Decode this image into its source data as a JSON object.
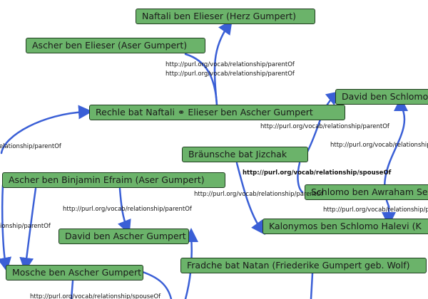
{
  "nodes": {
    "naftali": "Naftali ben Elieser (Herz Gumpert)",
    "ascher_elieser": "Ascher ben Elieser (Aser Gumpert)",
    "david_schlomo": "David ben Schlomo",
    "rechle": "Rechle bat Naftali ⚭ Elieser ben Ascher Gumpert",
    "braeunsche": "Bräunsche bat Jizchak",
    "ascher_binjamin": "Ascher ben Binjamin Efraim (Aser Gumpert)",
    "schlomo_awraham": "Schlomo ben Awraham SeG",
    "kalonymos": "Kalonymos ben Schlomo Halevi (K",
    "david_ascher": "David ben Ascher Gumpert",
    "fradche": "Fradche bat Natan (Friederike Gumpert geb. Wolf)",
    "mosche": "Mosche ben Ascher Gumpert"
  },
  "edge_labels": {
    "l1": "http://purl.org/vocab/relationship/parentOf",
    "l2": "http://purl.org/vocab/relationship/parentOf",
    "l3": "http://purl.org/vocab/relationship/parentOf",
    "l4": "http://purl.org/vocab/relationship/parentOf",
    "l5": "http://purl.org/vocab/relationship/parentOf",
    "l6": "http://purl.org/vocab/relationship/spouseOf",
    "l7": "http://purl.org/vocab/relationship/parentOf",
    "l8": "http://purl.org/vocab/relationship/parentOf",
    "l9": "http://purl.org/vocab/relationship/parentOf",
    "l10": "http://purl.org/vocab/relationship/parentOf",
    "l11": "http://purl.org/vocab/relationship/spouseOf"
  },
  "colors": {
    "node_fill": "#6bb36a",
    "node_border": "#1f3d1f",
    "edge": "#3a5fd6"
  }
}
